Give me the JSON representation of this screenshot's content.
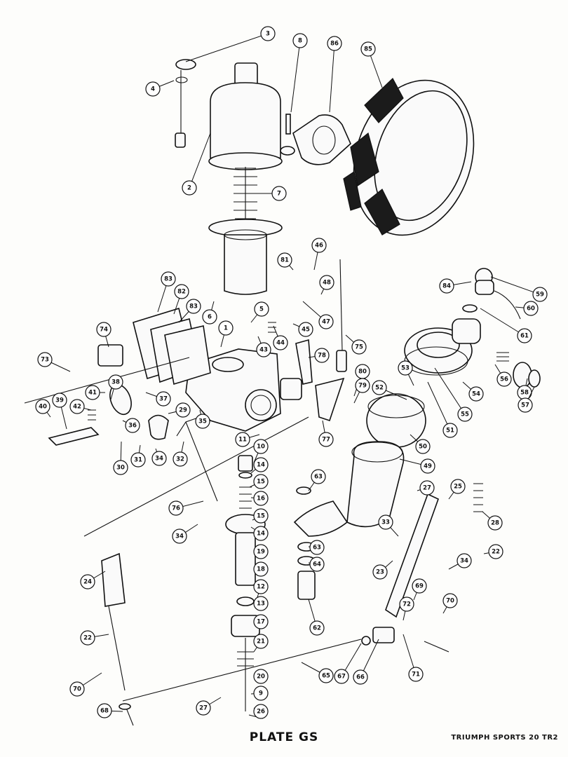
{
  "plate": {
    "title": "PLATE GS",
    "model": "TRIUMPH SPORTS 20 TR2"
  },
  "callouts": [
    {
      "number": "3"
    },
    {
      "number": "4"
    },
    {
      "number": "8"
    },
    {
      "number": "86"
    },
    {
      "number": "85"
    },
    {
      "number": "2"
    },
    {
      "number": "7"
    },
    {
      "number": "81"
    },
    {
      "number": "46"
    },
    {
      "number": "48"
    },
    {
      "number": "84"
    },
    {
      "number": "59"
    },
    {
      "number": "60"
    },
    {
      "number": "61"
    },
    {
      "number": "83"
    },
    {
      "number": "82"
    },
    {
      "number": "83"
    },
    {
      "number": "5"
    },
    {
      "number": "47"
    },
    {
      "number": "6"
    },
    {
      "number": "45"
    },
    {
      "number": "1"
    },
    {
      "number": "44"
    },
    {
      "number": "43"
    },
    {
      "number": "74"
    },
    {
      "number": "75"
    },
    {
      "number": "78"
    },
    {
      "number": "73"
    },
    {
      "number": "38"
    },
    {
      "number": "41"
    },
    {
      "number": "42"
    },
    {
      "number": "40"
    },
    {
      "number": "39"
    },
    {
      "number": "37"
    },
    {
      "number": "29"
    },
    {
      "number": "36"
    },
    {
      "number": "35"
    },
    {
      "number": "80"
    },
    {
      "number": "79"
    },
    {
      "number": "53"
    },
    {
      "number": "52"
    },
    {
      "number": "56"
    },
    {
      "number": "55"
    },
    {
      "number": "54"
    },
    {
      "number": "58"
    },
    {
      "number": "57"
    },
    {
      "number": "51"
    },
    {
      "number": "30"
    },
    {
      "number": "31"
    },
    {
      "number": "34"
    },
    {
      "number": "32"
    },
    {
      "number": "11"
    },
    {
      "number": "77"
    },
    {
      "number": "50"
    },
    {
      "number": "10"
    },
    {
      "number": "14"
    },
    {
      "number": "15"
    },
    {
      "number": "16"
    },
    {
      "number": "63"
    },
    {
      "number": "49"
    },
    {
      "number": "27"
    },
    {
      "number": "25"
    },
    {
      "number": "28"
    },
    {
      "number": "76"
    },
    {
      "number": "34"
    },
    {
      "number": "15"
    },
    {
      "number": "14"
    },
    {
      "number": "33"
    },
    {
      "number": "19"
    },
    {
      "number": "63"
    },
    {
      "number": "64"
    },
    {
      "number": "22"
    },
    {
      "number": "18"
    },
    {
      "number": "24"
    },
    {
      "number": "23"
    },
    {
      "number": "34"
    },
    {
      "number": "12"
    },
    {
      "number": "69"
    },
    {
      "number": "13"
    },
    {
      "number": "62"
    },
    {
      "number": "72"
    },
    {
      "number": "70"
    },
    {
      "number": "17"
    },
    {
      "number": "22"
    },
    {
      "number": "21"
    },
    {
      "number": "67"
    },
    {
      "number": "66"
    },
    {
      "number": "71"
    },
    {
      "number": "65"
    },
    {
      "number": "70"
    },
    {
      "number": "20"
    },
    {
      "number": "9"
    },
    {
      "number": "27"
    },
    {
      "number": "68"
    },
    {
      "number": "26"
    }
  ]
}
